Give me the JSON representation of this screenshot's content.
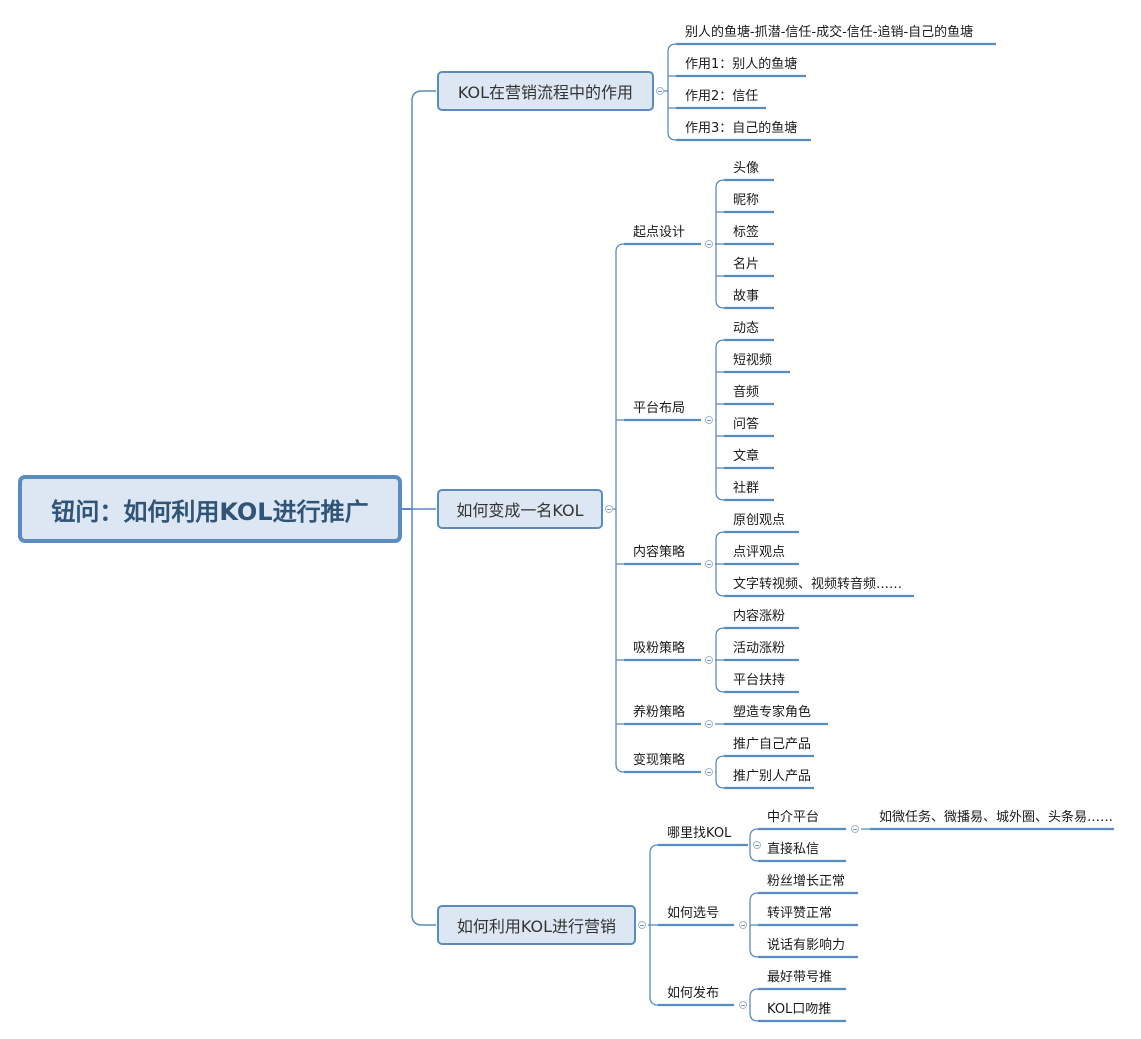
{
  "root": "钮问：如何利用KOL进行推广",
  "branches": [
    {
      "label": "KOL在营销流程中的作用",
      "children": [
        {
          "label": "别人的鱼塘-抓潜-信任-成交-信任-追销-自己的鱼塘"
        },
        {
          "label": "作用1：别人的鱼塘"
        },
        {
          "label": "作用2：信任"
        },
        {
          "label": "作用3：自己的鱼塘"
        }
      ]
    },
    {
      "label": "如何变成一名KOL",
      "children": [
        {
          "label": "起点设计",
          "children": [
            {
              "label": "头像"
            },
            {
              "label": "昵称"
            },
            {
              "label": "标签"
            },
            {
              "label": "名片"
            },
            {
              "label": "故事"
            }
          ]
        },
        {
          "label": "平台布局",
          "children": [
            {
              "label": "动态"
            },
            {
              "label": "短视频"
            },
            {
              "label": "音频"
            },
            {
              "label": "问答"
            },
            {
              "label": "文章"
            },
            {
              "label": "社群"
            }
          ]
        },
        {
          "label": "内容策略",
          "children": [
            {
              "label": "原创观点"
            },
            {
              "label": "点评观点"
            },
            {
              "label": "文字转视频、视频转音频……"
            }
          ]
        },
        {
          "label": "吸粉策略",
          "children": [
            {
              "label": "内容涨粉"
            },
            {
              "label": "活动涨粉"
            },
            {
              "label": "平台扶持"
            }
          ]
        },
        {
          "label": "养粉策略",
          "children": [
            {
              "label": "塑造专家角色"
            }
          ]
        },
        {
          "label": "变现策略",
          "children": [
            {
              "label": "推广自己产品"
            },
            {
              "label": "推广别人产品"
            }
          ]
        }
      ]
    },
    {
      "label": "如何利用KOL进行营销",
      "children": [
        {
          "label": "哪里找KOL",
          "children": [
            {
              "label": "中介平台",
              "children": [
                {
                  "label": "如微任务、微播易、城外圈、头条易……"
                }
              ]
            },
            {
              "label": "直接私信"
            }
          ]
        },
        {
          "label": "如何选号",
          "children": [
            {
              "label": "粉丝增长正常"
            },
            {
              "label": "转评赞正常"
            },
            {
              "label": "说话有影响力"
            }
          ]
        },
        {
          "label": "如何发布",
          "children": [
            {
              "label": "最好带号推"
            },
            {
              "label": "KOL口吻推"
            }
          ]
        }
      ]
    }
  ]
}
